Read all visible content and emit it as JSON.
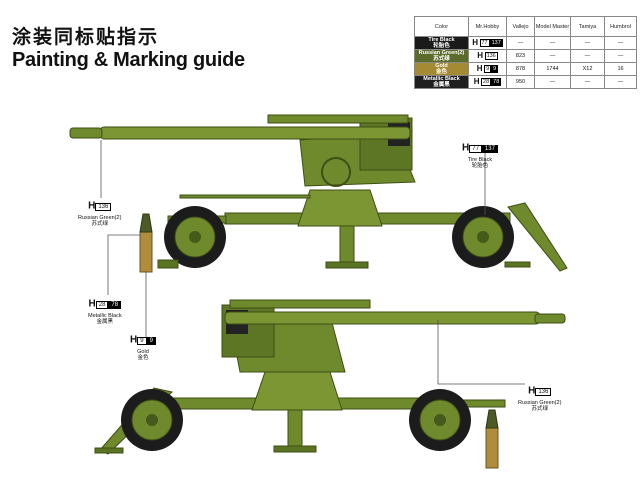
{
  "header": {
    "title_cn": "涂装同标贴指示",
    "title_en": "Painting & Marking guide"
  },
  "table": {
    "headers": [
      "Color",
      "Mr.Hobby",
      "Vallejo",
      "Model Master",
      "Tamiya",
      "Humbrol"
    ],
    "rows": [
      {
        "name_en": "Tire Black",
        "name_cn": "轮胎色",
        "color": "#1a1a1a",
        "h": "H",
        "mr1": "77",
        "mr2": "137",
        "vallejo": "—",
        "model_master": "—",
        "tamiya": "—",
        "humbrol": "—"
      },
      {
        "name_en": "Russian Green(2)",
        "name_cn": "苏式绿",
        "color": "#5b6b2c",
        "h": "H",
        "mr1": "136",
        "mr2": "",
        "vallejo": "823",
        "model_master": "—",
        "tamiya": "—",
        "humbrol": "—"
      },
      {
        "name_en": "Gold",
        "name_cn": "金色",
        "color": "#a58a34",
        "h": "H",
        "mr1": "9",
        "mr2": "9",
        "vallejo": "878",
        "model_master": "1744",
        "tamiya": "X12",
        "humbrol": "16"
      },
      {
        "name_en": "Metallic Black",
        "name_cn": "金属黑",
        "color": "#1f1f1f",
        "h": "H",
        "mr1": "28",
        "mr2": "78",
        "vallejo": "950",
        "model_master": "—",
        "tamiya": "—",
        "humbrol": "—"
      }
    ]
  },
  "callouts": {
    "tire_black_top": {
      "h": "H",
      "n1": "77",
      "n2": "137",
      "label_en": "Tire Black",
      "label_cn": "轮胎色"
    },
    "russian_green_top": {
      "h": "H",
      "n1": "136",
      "label_en": "Russian Green(2)",
      "label_cn": "苏式绿"
    },
    "metallic_black": {
      "h": "H",
      "n1": "28",
      "n2": "78",
      "label_en": "Metallic Black",
      "label_cn": "金属黑"
    },
    "gold": {
      "h": "H",
      "n1": "9",
      "n2": "9",
      "label_en": "Gold",
      "label_cn": "金色"
    },
    "russian_green_bottom": {
      "h": "H",
      "n1": "136",
      "label_en": "Russian Green(2)",
      "label_cn": "苏式绿"
    }
  },
  "colors": {
    "olive": "#6f8a2c",
    "olive_dark": "#45591a",
    "olive_light": "#8ea43d",
    "tire": "#1c1c1c",
    "brass": "#b08d3c"
  }
}
